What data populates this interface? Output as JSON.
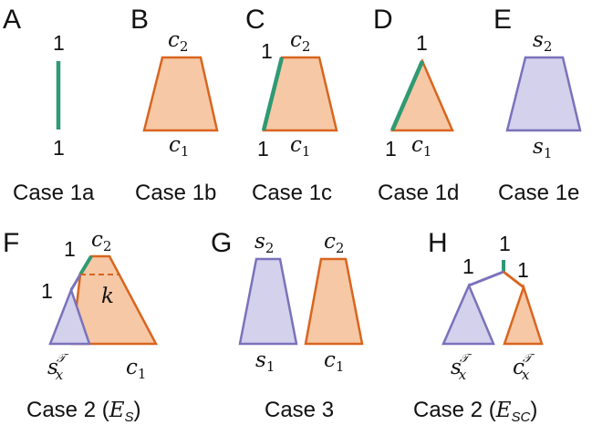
{
  "colors": {
    "orange_fill": "#f6c8a6",
    "orange_stroke": "#d9651f",
    "purple_fill": "#d3d1ec",
    "purple_stroke": "#7a72bb",
    "green": "#2f9a73"
  },
  "panels": {
    "A": {
      "letter": "A",
      "caption": "Case 1a",
      "top": "1",
      "bottom": "1"
    },
    "B": {
      "letter": "B",
      "caption": "Case 1b",
      "top_base": "c",
      "top_sub": "2",
      "bottom_base": "c",
      "bottom_sub": "1"
    },
    "C": {
      "letter": "C",
      "caption": "Case 1c",
      "left_top": "1",
      "left_bottom": "1",
      "top_base": "c",
      "top_sub": "2",
      "bottom_base": "c",
      "bottom_sub": "1"
    },
    "D": {
      "letter": "D",
      "caption": "Case 1d",
      "top": "1",
      "left_bottom": "1",
      "bottom_base": "c",
      "bottom_sub": "1"
    },
    "E": {
      "letter": "E",
      "caption": "Case 1e",
      "top_base": "s",
      "top_sub": "2",
      "bottom_base": "s",
      "bottom_sub": "1"
    },
    "F": {
      "letter": "F",
      "caption_prefix": "Case 2 (",
      "caption_math": "E",
      "caption_sub": "S",
      "caption_suffix": ")",
      "label_one_top": "1",
      "label_one_left": "1",
      "top_base": "c",
      "top_sub": "2",
      "k": "k",
      "left_base": "s",
      "left_sub": "x",
      "left_sup": "𝒯",
      "bottom_base": "c",
      "bottom_sub": "1"
    },
    "G": {
      "letter": "G",
      "caption": "Case 3",
      "s_top_base": "s",
      "s_top_sub": "2",
      "s_bottom_base": "s",
      "s_bottom_sub": "1",
      "c_top_base": "c",
      "c_top_sub": "2",
      "c_bottom_base": "c",
      "c_bottom_sub": "1"
    },
    "H": {
      "letter": "H",
      "caption_prefix": "Case 2 (",
      "caption_math": "E",
      "caption_sub": "SC",
      "caption_suffix": ")",
      "top": "1",
      "left": "1",
      "right": "1",
      "left_base": "s",
      "left_sub": "x",
      "left_sup": "𝒯",
      "right_base": "c",
      "right_sub": "x",
      "right_sup": "𝒯"
    }
  }
}
